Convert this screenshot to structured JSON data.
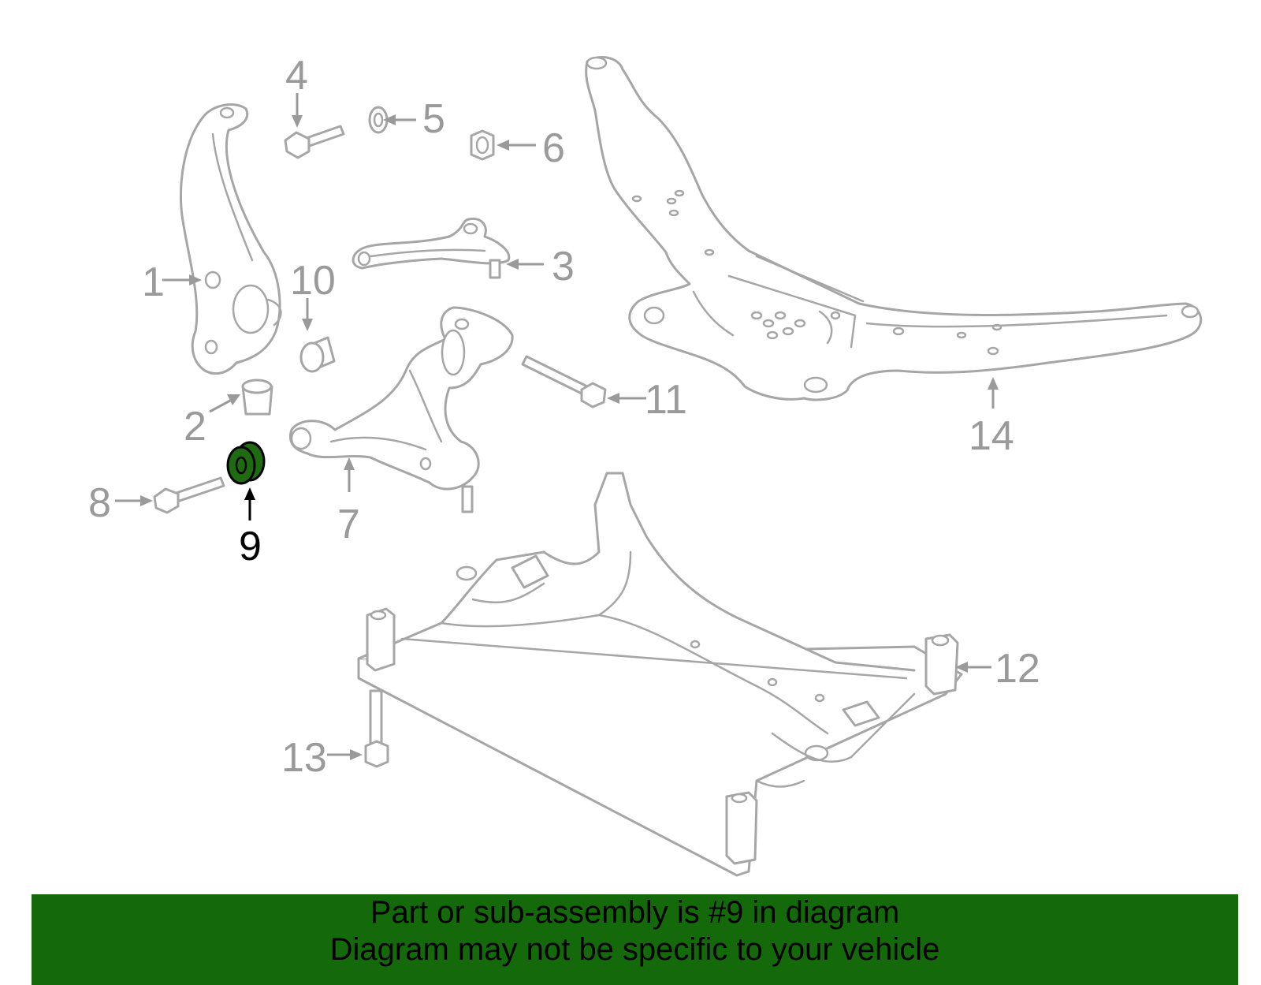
{
  "diagram": {
    "callouts": [
      {
        "id": "1",
        "label": "1"
      },
      {
        "id": "2",
        "label": "2"
      },
      {
        "id": "3",
        "label": "3"
      },
      {
        "id": "4",
        "label": "4"
      },
      {
        "id": "5",
        "label": "5"
      },
      {
        "id": "6",
        "label": "6"
      },
      {
        "id": "7",
        "label": "7"
      },
      {
        "id": "8",
        "label": "8"
      },
      {
        "id": "9",
        "label": "9",
        "highlighted": true
      },
      {
        "id": "10",
        "label": "10"
      },
      {
        "id": "11",
        "label": "11"
      },
      {
        "id": "12",
        "label": "12"
      },
      {
        "id": "13",
        "label": "13"
      },
      {
        "id": "14",
        "label": "14"
      }
    ],
    "highlight_color": "#1f6b12",
    "line_color": "#a6a6a6"
  },
  "banner": {
    "line1": "Part or sub-assembly is #9 in diagram",
    "line2": "Diagram may not be specific to your vehicle",
    "background": "#14690a"
  }
}
